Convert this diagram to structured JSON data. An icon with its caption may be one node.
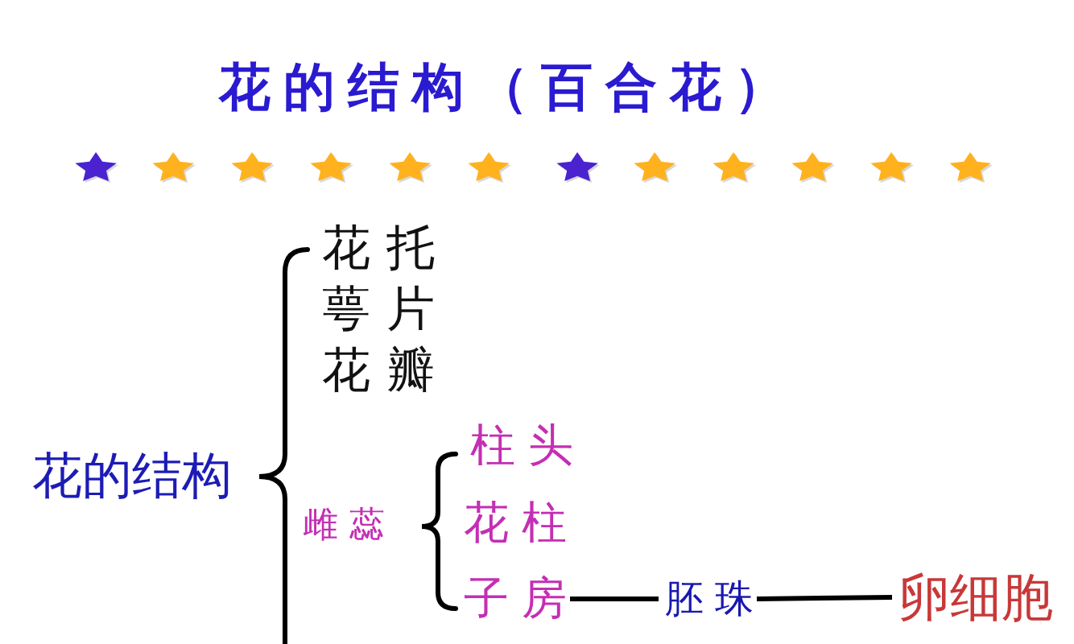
{
  "diagram": {
    "title": "花的结构（百合花）",
    "nodes": [
      {
        "text": [
          "子房"
        ]
      },
      {
        "text": [
          "胚珠"
        ]
      },
      {
        "text": [
          "卵细胞"
        ]
      }
    ],
    "edges": [
      {
        "from": 0,
        "to": 1,
        "arrow": "none"
      },
      {
        "from": 1,
        "to": 2,
        "arrow": "none"
      }
    ],
    "labels": [
      "花的结构",
      "花托",
      "萼片",
      "花瓣",
      "雌蕊",
      "柱头",
      "花柱"
    ]
  }
}
